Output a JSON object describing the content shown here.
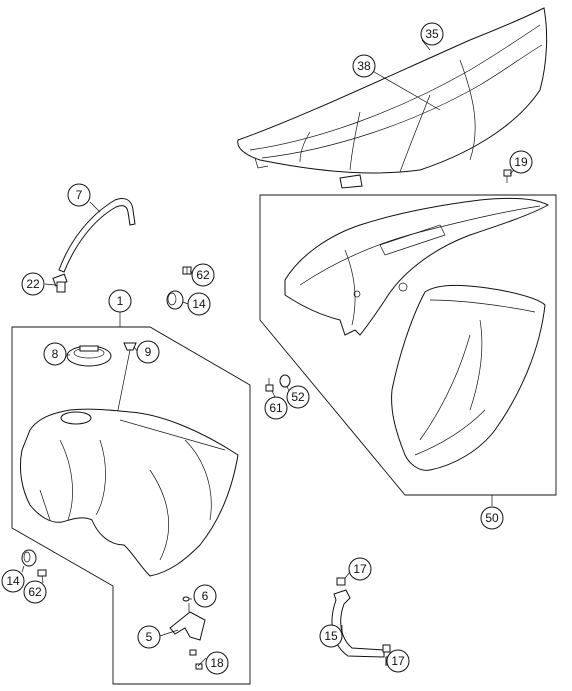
{
  "callouts": [
    {
      "id": "c35",
      "label": "35"
    },
    {
      "id": "c38",
      "label": "38"
    },
    {
      "id": "c19",
      "label": "19"
    },
    {
      "id": "c7",
      "label": "7"
    },
    {
      "id": "c22",
      "label": "22"
    },
    {
      "id": "c62a",
      "label": "62"
    },
    {
      "id": "c14a",
      "label": "14"
    },
    {
      "id": "c1",
      "label": "1"
    },
    {
      "id": "c8",
      "label": "8"
    },
    {
      "id": "c9",
      "label": "9"
    },
    {
      "id": "c61",
      "label": "61"
    },
    {
      "id": "c52",
      "label": "52"
    },
    {
      "id": "c50",
      "label": "50"
    },
    {
      "id": "c14b",
      "label": "14"
    },
    {
      "id": "c62b",
      "label": "62"
    },
    {
      "id": "c6",
      "label": "6"
    },
    {
      "id": "c5",
      "label": "5"
    },
    {
      "id": "c18",
      "label": "18"
    },
    {
      "id": "c17a",
      "label": "17"
    },
    {
      "id": "c15",
      "label": "15"
    },
    {
      "id": "c17b",
      "label": "17"
    }
  ]
}
